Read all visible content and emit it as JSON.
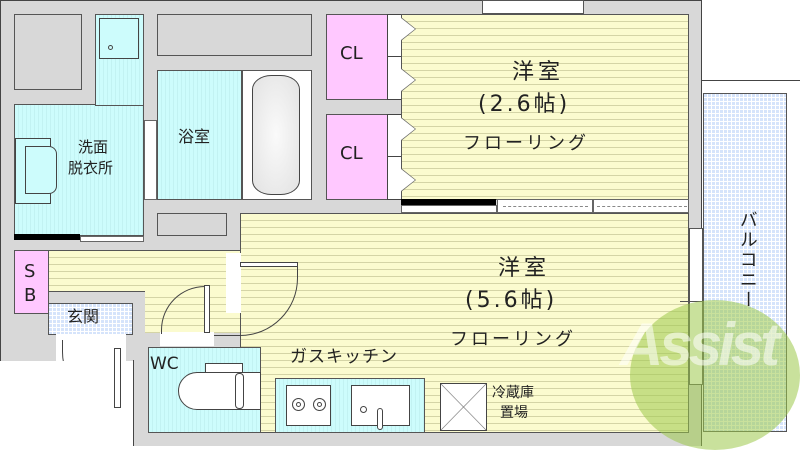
{
  "floorplan": {
    "rooms": {
      "western_room_1": {
        "name": "洋室",
        "size": "(2.6帖)",
        "floor": "フローリング"
      },
      "western_room_2": {
        "name": "洋室",
        "size": "(5.6帖)",
        "floor": "フローリング"
      },
      "closet_1": {
        "label": "CL"
      },
      "closet_2": {
        "label": "CL"
      },
      "washroom": {
        "line1": "洗面",
        "line2": "脱衣所"
      },
      "bathroom": {
        "label": "浴室"
      },
      "shoe_box": {
        "line1": "S",
        "line2": "B"
      },
      "entrance": {
        "label": "玄関"
      },
      "toilet": {
        "label": "WC"
      },
      "kitchen": {
        "label": "ガスキッチン"
      },
      "fridge": {
        "line1": "冷蔵庫",
        "line2": "置場"
      },
      "balcony": {
        "label": "バルコニー"
      }
    },
    "watermark": {
      "text": "Assist"
    },
    "colors": {
      "wall": "#d8d8d8",
      "flooring": "#fbfbcf",
      "wet_area": "#cdfcfc",
      "closet": "#ffc8ff",
      "tile": "#d6e4fb",
      "watermark": "#9cc84a"
    }
  }
}
